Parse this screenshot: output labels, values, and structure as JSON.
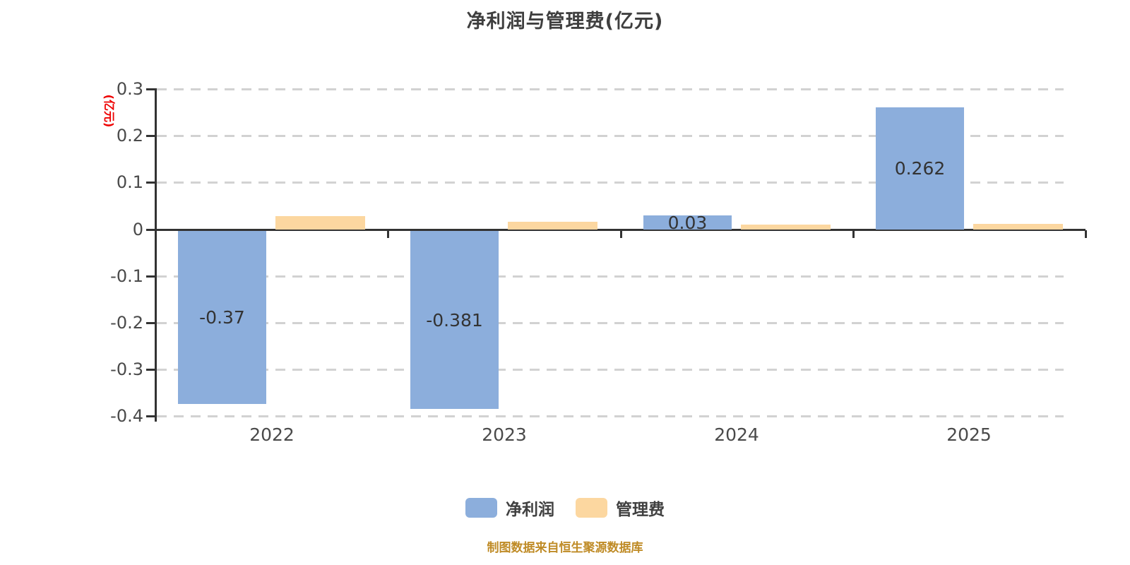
{
  "title": "净利润与管理费(亿元)",
  "y_axis_unit": "(亿元)",
  "source_note": "制图数据来自恒生聚源数据库",
  "colors": {
    "net_profit_bar": "#8caedc",
    "management_fee_bar": "#fcd7a0",
    "axis": "#333333",
    "unit_label": "#ee0000",
    "source_note": "#bf8b26",
    "title_text": "#3f3f3f"
  },
  "chart_data": {
    "type": "bar",
    "title": "净利润与管理费(亿元)",
    "categories": [
      "2022",
      "2023",
      "2024",
      "2025"
    ],
    "series": [
      {
        "name": "净利润",
        "color": "#8caedc",
        "values": [
          -0.37,
          -0.381,
          0.03,
          0.262
        ],
        "labels": [
          "-0.37",
          "-0.381",
          "0.03",
          "0.262"
        ]
      },
      {
        "name": "管理费",
        "color": "#fcd7a0",
        "values": [
          0.028,
          0.017,
          0.011,
          0.012
        ],
        "labels": [
          "",
          "",
          "",
          ""
        ]
      }
    ],
    "ylabel": "(亿元)",
    "ylim": [
      -0.4,
      0.3
    ],
    "y_ticks": [
      "0.3",
      "0.2",
      "0.1",
      "0",
      "-0.1",
      "-0.2",
      "-0.3",
      "-0.4"
    ],
    "grid": "dashed horizontal",
    "legend_position": "bottom"
  },
  "legend": {
    "items": [
      {
        "label": "净利润",
        "color": "#8caedc"
      },
      {
        "label": "管理费",
        "color": "#fcd7a0"
      }
    ]
  }
}
